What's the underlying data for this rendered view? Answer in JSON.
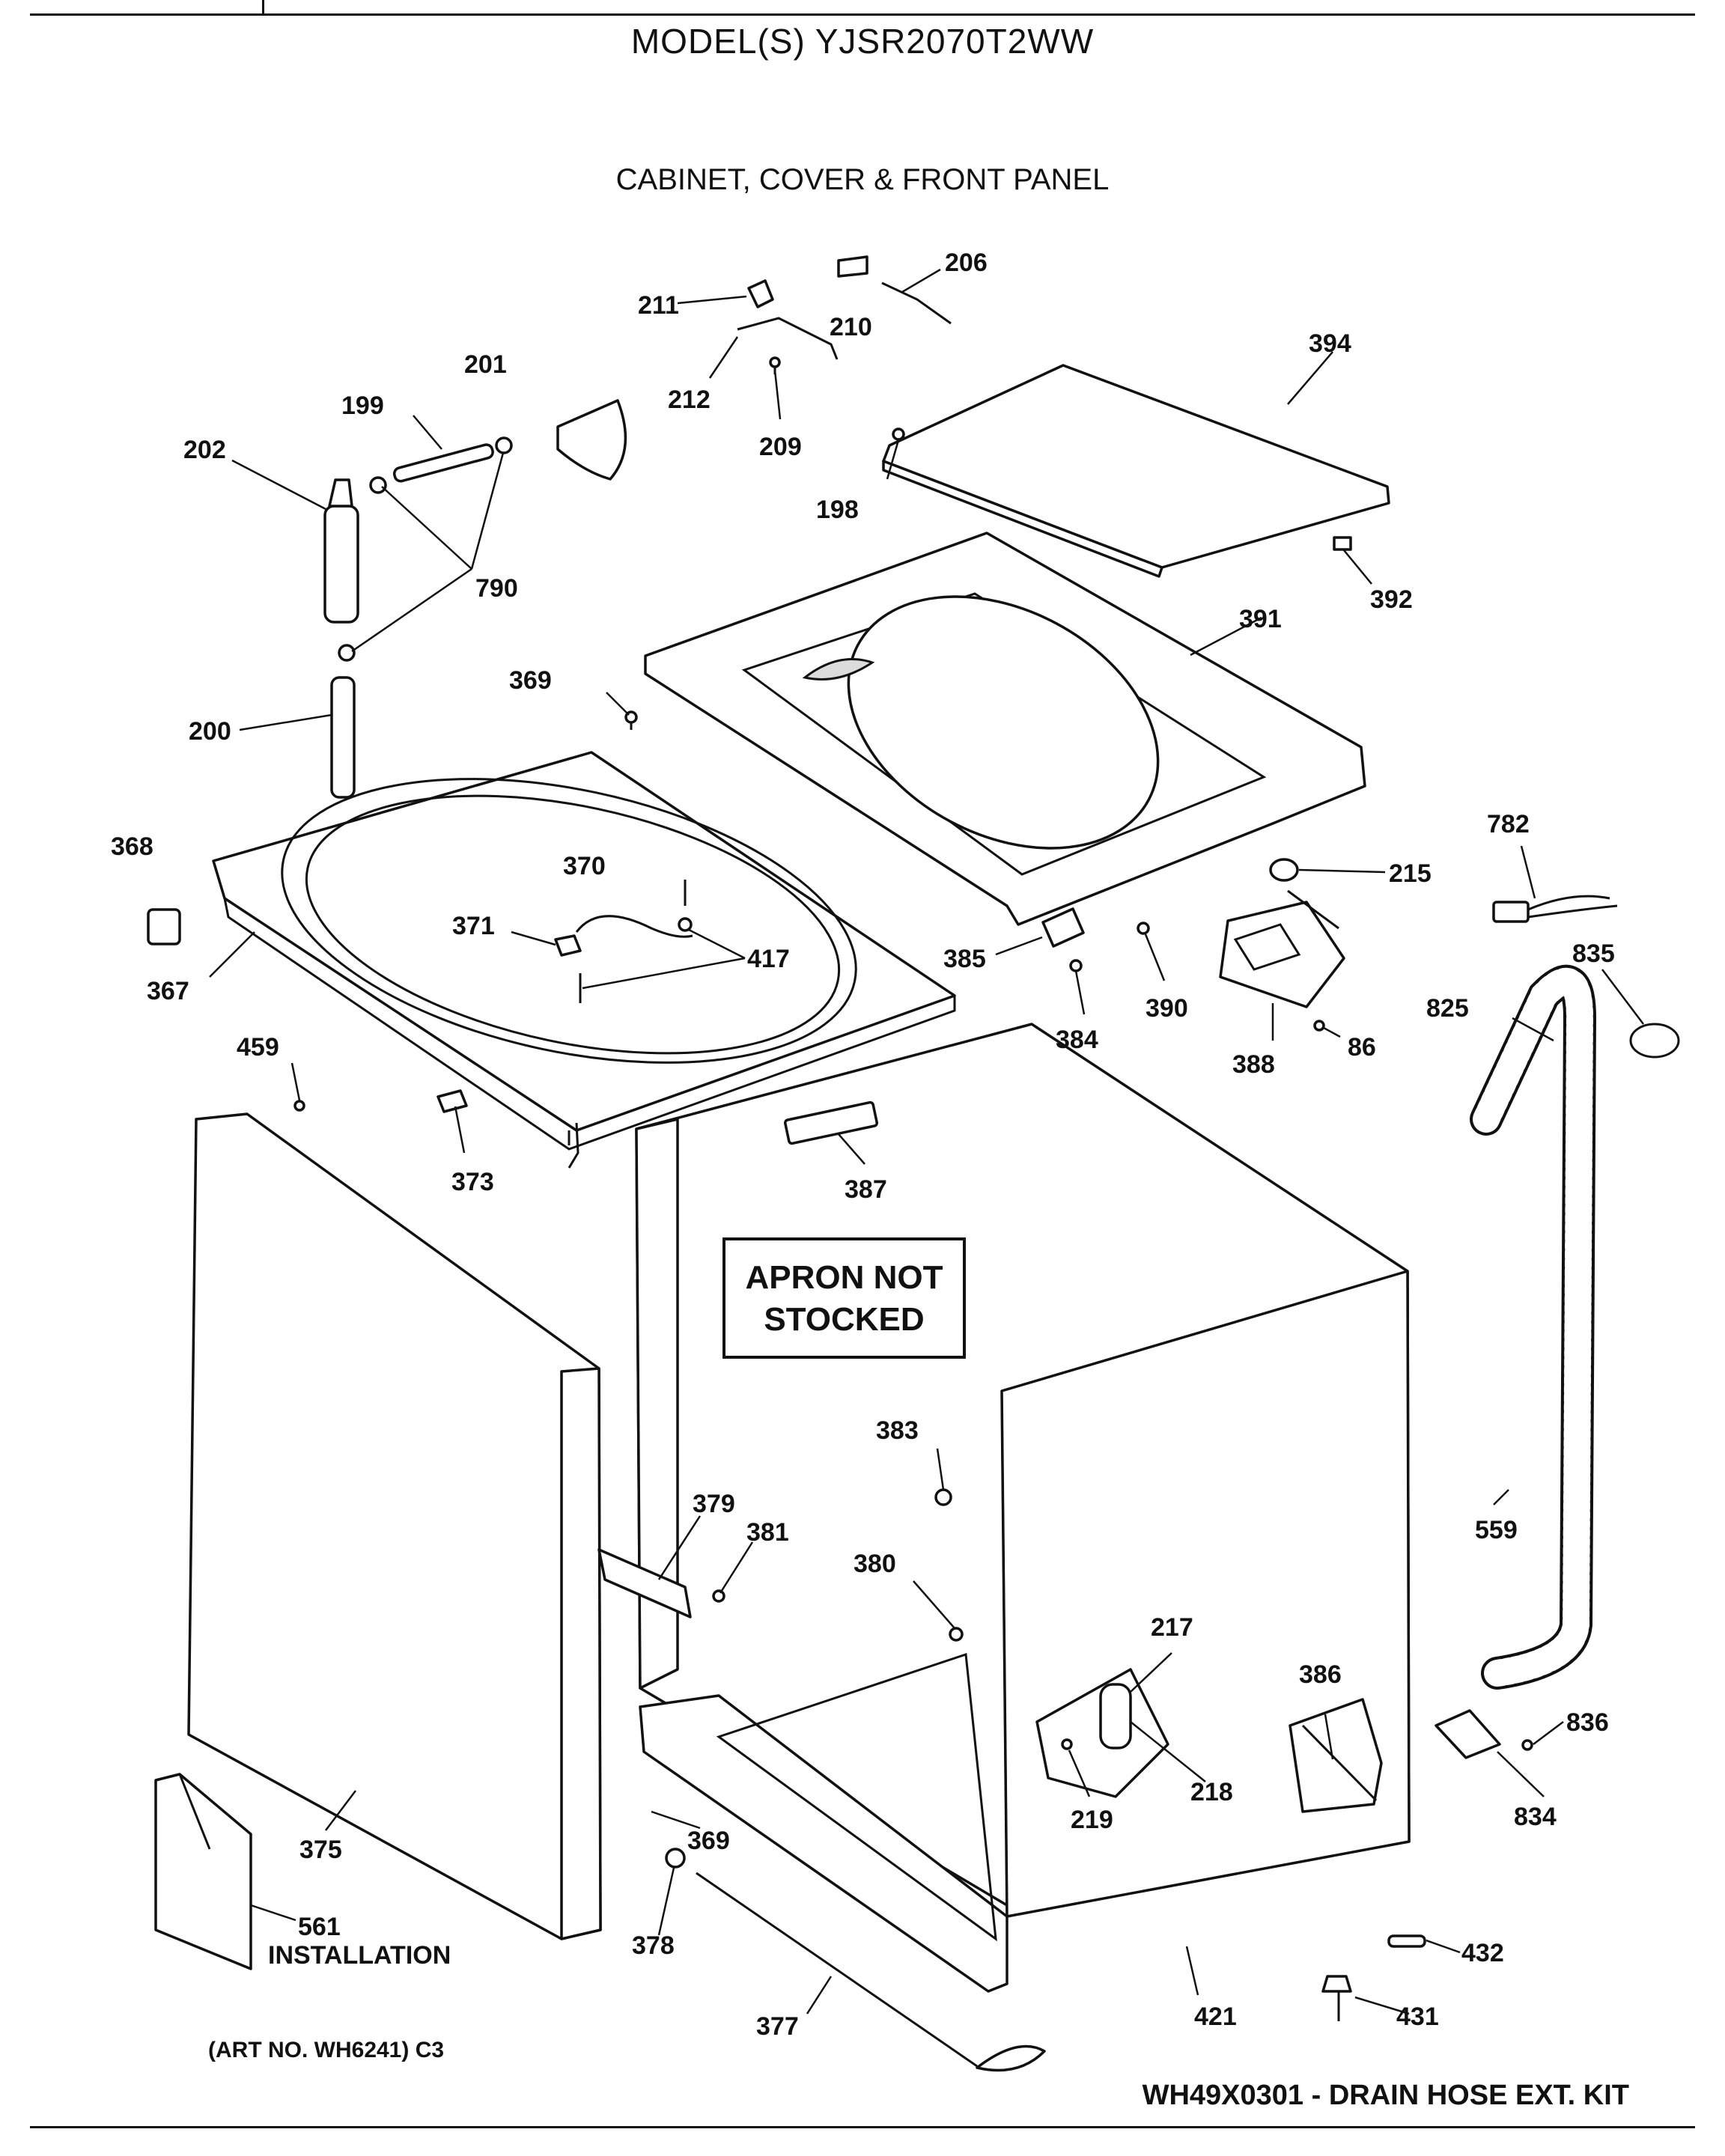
{
  "header": {
    "model": "MODEL(S) YJSR2070T2WW",
    "section": "CABINET, COVER & FRONT PANEL"
  },
  "notice": {
    "line1": "APRON NOT",
    "line2": "STOCKED"
  },
  "footer": {
    "art_number": "(ART NO. WH6241) C3",
    "kit": "WH49X0301 - DRAIN HOSE EXT. KIT"
  },
  "callouts": {
    "p211": "211",
    "p210": "210",
    "p206": "206",
    "p212": "212",
    "p209": "209",
    "p201": "201",
    "p199": "199",
    "p202": "202",
    "p198": "198",
    "p394": "394",
    "p392": "392",
    "p790": "790",
    "p391": "391",
    "p369a": "369",
    "p200": "200",
    "p782": "782",
    "p368": "368",
    "p370": "370",
    "p215": "215",
    "p371": "371",
    "p417": "417",
    "p835": "835",
    "p385": "385",
    "p367": "367",
    "p390": "390",
    "p384": "384",
    "p825": "825",
    "p388": "388",
    "p86": "86",
    "p459": "459",
    "p373": "373",
    "p387": "387",
    "p383": "383",
    "p379": "379",
    "p381": "381",
    "p559": "559",
    "p380": "380",
    "p217": "217",
    "p386": "386",
    "p836": "836",
    "p218": "218",
    "p834": "834",
    "p219": "219",
    "p375": "375",
    "p369b": "369",
    "p561": "561",
    "installation": "INSTALLATION",
    "p378": "378",
    "p432": "432",
    "p421": "421",
    "p431": "431",
    "p377": "377"
  }
}
